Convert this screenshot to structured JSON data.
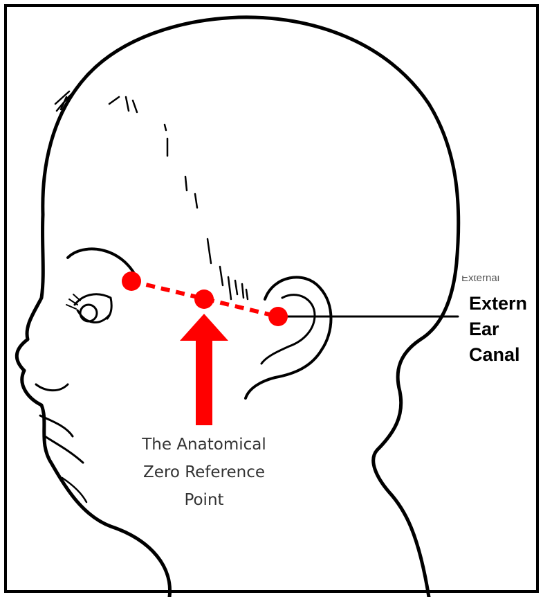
{
  "reference_label": {
    "line1": "The Anatomical",
    "line2": "Zero Reference",
    "line3": "Point"
  },
  "ear_label": {
    "faded": "External",
    "line1": "Extern",
    "line2": "Ear",
    "line3": "Canal"
  },
  "colors": {
    "marker": "#ff0000",
    "outline": "#000000"
  }
}
